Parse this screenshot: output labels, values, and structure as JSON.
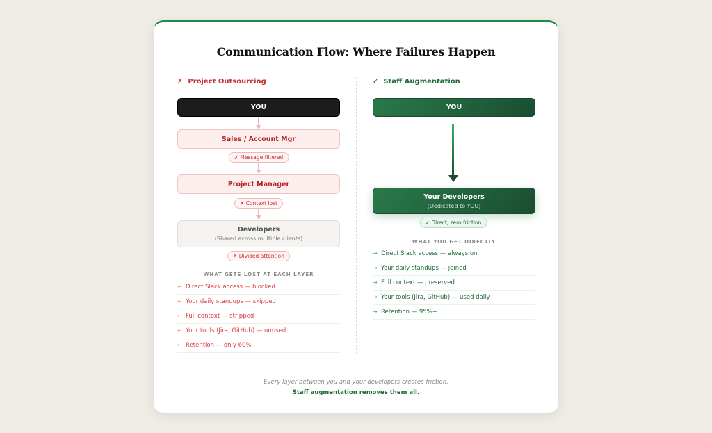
{
  "title": "Communication Flow: Where Failures Happen",
  "left": {
    "icon": "✗",
    "heading": "Project Outsourcing",
    "you": "YOU",
    "nodes": [
      {
        "label": "Sales / Account Mgr"
      },
      {
        "label": "Project Manager"
      },
      {
        "label": "Developers",
        "sub": "(Shared across multiple clients)"
      }
    ],
    "badges": [
      "✗ Message filtered",
      "✗ Context lost",
      "✗ Divided attention"
    ],
    "section": "WHAT GETS LOST AT EACH LAYER",
    "arrow": "←",
    "items": [
      "Direct Slack access — blocked",
      "Your daily standups — skipped",
      "Full context — stripped",
      "Your tools (Jira, GitHub) — unused",
      "Retention — only 60%"
    ]
  },
  "right": {
    "icon": "✓",
    "heading": "Staff Augmentation",
    "you": "YOU",
    "dev": {
      "label": "Your Developers",
      "sub": "(Dedicated to YOU)"
    },
    "badge": "✓ Direct, zero friction",
    "section": "WHAT YOU GET DIRECTLY",
    "arrow": "→",
    "items": [
      "Direct Slack access — always on",
      "Your daily standups — joined",
      "Full context — preserved",
      "Your tools (Jira, GitHub) — used daily",
      "Retention — 95%+"
    ]
  },
  "footer": {
    "line1": "Every layer between you and your developers creates friction.",
    "line2": "Staff augmentation removes them all."
  },
  "colors": {
    "accent": "#1e8a45",
    "danger": "#c53030",
    "dark_green": "#1a4d30"
  }
}
